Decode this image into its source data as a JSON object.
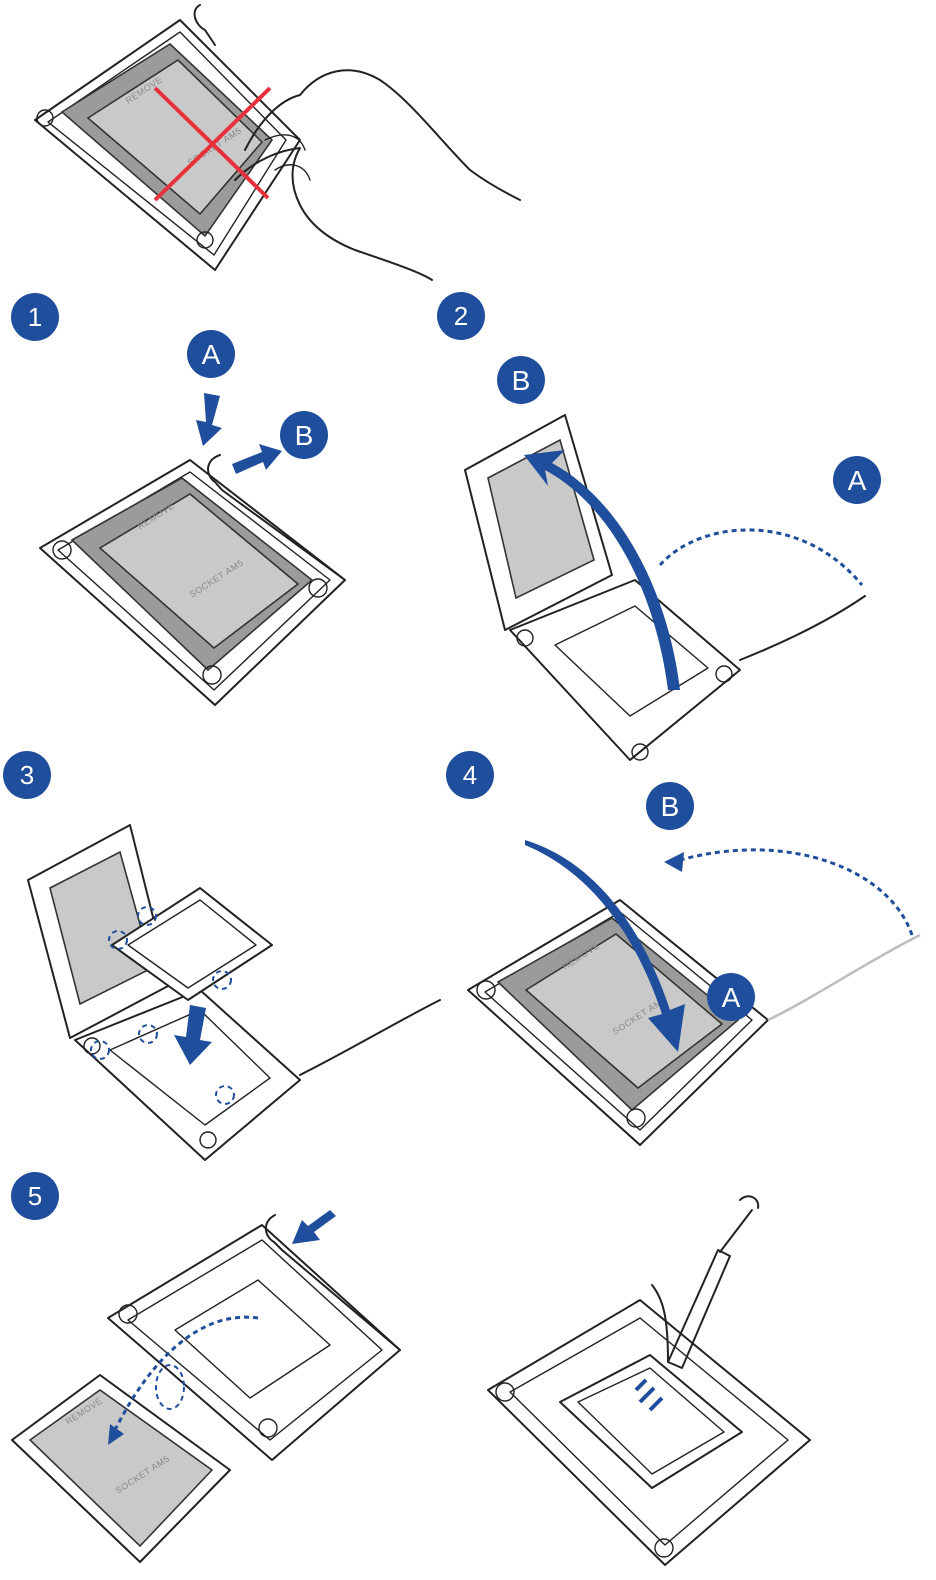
{
  "colors": {
    "badge_blue": "#1f4e9c",
    "warning_red": "#e8303a",
    "chip_gray": "#c9c9c9",
    "line_black": "#222222"
  },
  "chip_labels": {
    "remove": "REMOVE",
    "socket": "SOCKET AM5"
  },
  "steps": [
    {
      "number": "1",
      "callouts": [
        "A",
        "B"
      ]
    },
    {
      "number": "2",
      "callouts": [
        "B",
        "A"
      ]
    },
    {
      "number": "3",
      "callouts": []
    },
    {
      "number": "4",
      "callouts": [
        "B",
        "A"
      ]
    },
    {
      "number": "5",
      "callouts": []
    }
  ]
}
